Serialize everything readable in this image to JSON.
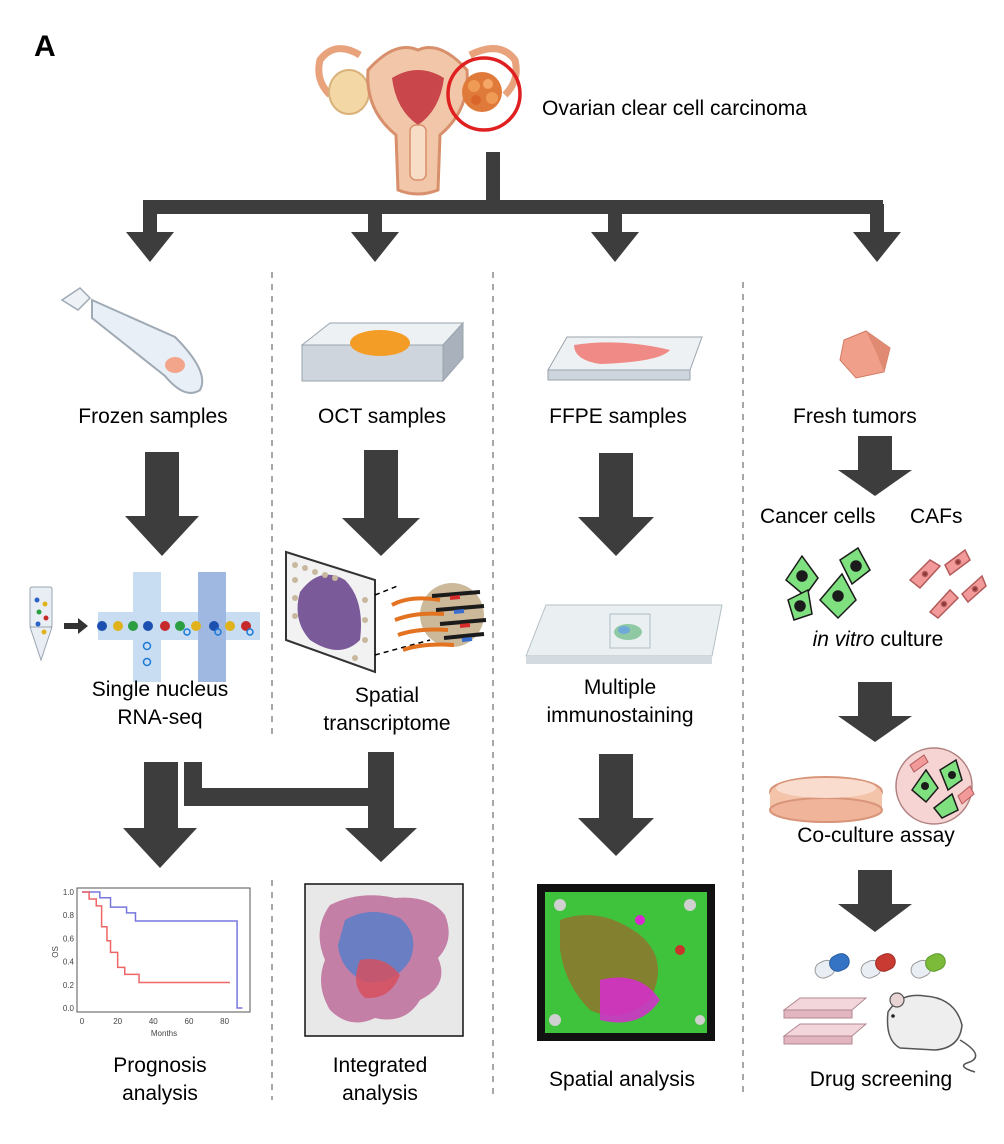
{
  "panel_label": "A",
  "source_label": "Ovarian clear cell carcinoma",
  "columns": {
    "frozen": {
      "sample": "Frozen samples",
      "assay_line1": "Single nucleus",
      "assay_line2": "RNA-seq",
      "output_line1": "Prognosis",
      "output_line2": "analysis"
    },
    "oct": {
      "sample": "OCT samples",
      "assay_line1": "Spatial",
      "assay_line2": "transcriptome",
      "output_line1": "Integrated",
      "output_line2": "analysis"
    },
    "ffpe": {
      "sample": "FFPE samples",
      "assay_line1": "Multiple",
      "assay_line2": "immunostaining",
      "output": "Spatial analysis"
    },
    "fresh": {
      "sample": "Fresh  tumors",
      "cells_a": "Cancer cells",
      "cells_b": "CAFs",
      "culture_italic": "in vitro",
      "culture_rest": " culture",
      "coculture": "Co-culture assay",
      "output": "Drug screening"
    }
  },
  "km_plot": {
    "y_axis_label": "OS",
    "x_axis_label": "Months",
    "y_ticks": [
      "0.0",
      "0.2",
      "0.4",
      "0.6",
      "0.8",
      "1.0"
    ],
    "x_ticks": [
      "0",
      "20",
      "40",
      "60",
      "80"
    ],
    "series": [
      {
        "color": "#7777dd",
        "points": [
          [
            0,
            1.0
          ],
          [
            10,
            1.0
          ],
          [
            10,
            0.95
          ],
          [
            16,
            0.95
          ],
          [
            16,
            0.87
          ],
          [
            25,
            0.87
          ],
          [
            25,
            0.82
          ],
          [
            30,
            0.82
          ],
          [
            30,
            0.75
          ],
          [
            87,
            0.75
          ],
          [
            87,
            0.0
          ],
          [
            90,
            0.0
          ]
        ]
      },
      {
        "color": "#ee6666",
        "points": [
          [
            0,
            1.0
          ],
          [
            4,
            1.0
          ],
          [
            4,
            0.94
          ],
          [
            8,
            0.94
          ],
          [
            8,
            0.88
          ],
          [
            11,
            0.88
          ],
          [
            11,
            0.7
          ],
          [
            14,
            0.7
          ],
          [
            14,
            0.58
          ],
          [
            16,
            0.58
          ],
          [
            16,
            0.48
          ],
          [
            20,
            0.48
          ],
          [
            20,
            0.35
          ],
          [
            24,
            0.35
          ],
          [
            24,
            0.29
          ],
          [
            32,
            0.29
          ],
          [
            32,
            0.22
          ],
          [
            83,
            0.22
          ]
        ]
      }
    ]
  },
  "colors": {
    "arrow": "#3d3d3d",
    "divider": "#8a8a8a",
    "highlight_circle": "#e02020",
    "cancer_cell": "#7fe07f",
    "caf": "#f29a9a"
  }
}
